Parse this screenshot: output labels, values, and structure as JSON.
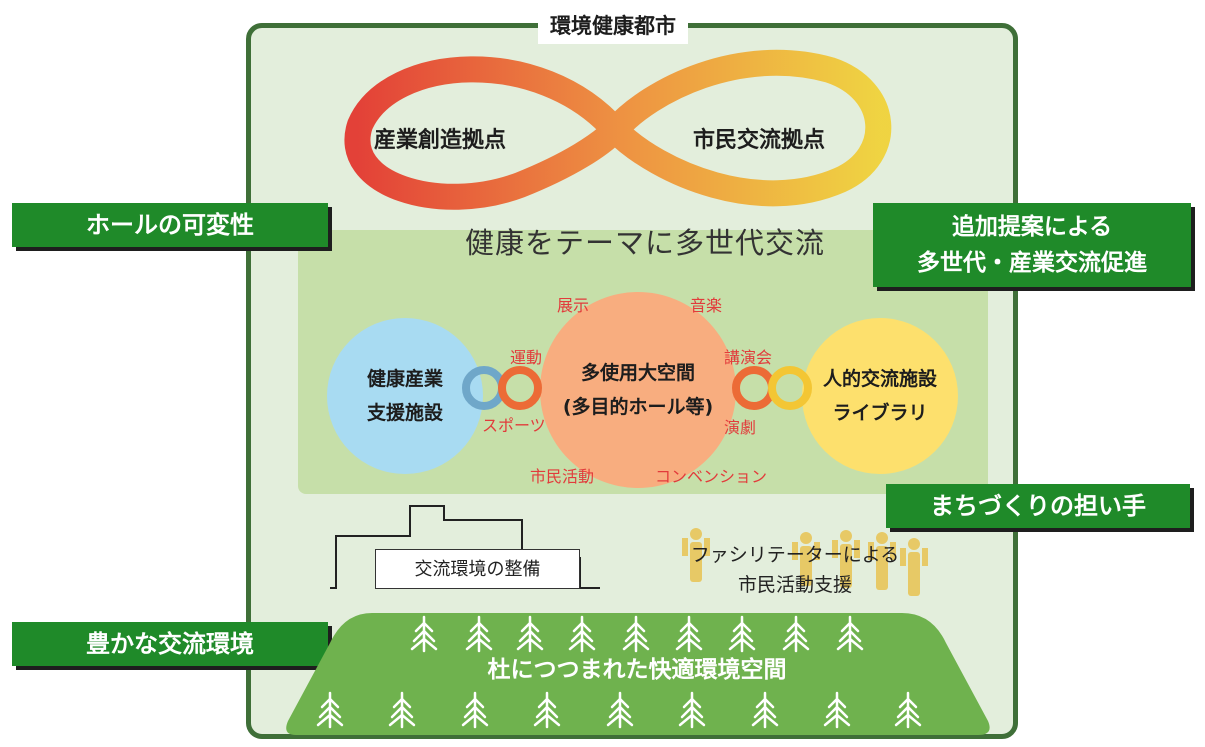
{
  "title": "環境健康都市",
  "top_hubs": {
    "left": "産業創造拠点",
    "right": "市民交流拠点"
  },
  "theme": "健康をテーマに多世代交流",
  "circles": {
    "left": {
      "line1": "健康産業",
      "line2": "支援施設"
    },
    "center": {
      "line1": "多使用大空間",
      "line2": "(多目的ホール等)"
    },
    "right": {
      "line1": "人的交流施設",
      "line2": "ライブラリ"
    }
  },
  "activities": {
    "exhibit": "展示",
    "music": "音楽",
    "exercise": "運動",
    "lecture": "講演会",
    "sports": "スポーツ",
    "theater": "演劇",
    "civic": "市民活動",
    "convention": "コンベンション"
  },
  "side_labels": {
    "hall": "ホールの可変性",
    "proposal_line1": "追加提案による",
    "proposal_line2": "多世代・産業交流促進",
    "makers": "まちづくりの担い手",
    "env": "豊かな交流環境"
  },
  "environment": "交流環境の整備",
  "facilitator": {
    "line1": "ファシリテーターによる",
    "line2": "市民活動支援"
  },
  "forest": "杜につつまれた快適環境空間",
  "colors": {
    "frame": "#3f6f38",
    "label_green": "#1f8a29",
    "panel": "#c6dfa9",
    "forest": "#6fb24e",
    "circle_blue": "#a8dbf2",
    "circle_orange": "#f8ad7f",
    "circle_yellow": "#fde06d",
    "activity_red": "#e23b3b",
    "people_gold": "#e8c65a"
  }
}
